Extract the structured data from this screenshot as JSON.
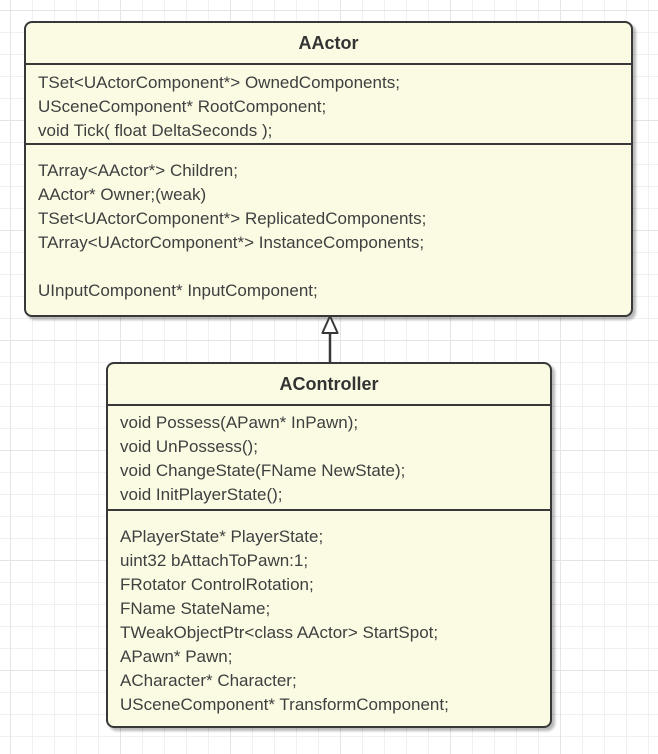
{
  "classes": [
    {
      "name": "AActor",
      "sections": [
        {
          "lines": [
            "TSet<UActorComponent*> OwnedComponents;",
            "USceneComponent* RootComponent;",
            "void Tick( float DeltaSeconds );"
          ]
        },
        {
          "lines": [
            "TArray<AActor*> Children;",
            "AActor* Owner;(weak)",
            "TSet<UActorComponent*> ReplicatedComponents;",
            "TArray<UActorComponent*> InstanceComponents;",
            "",
            "UInputComponent* InputComponent;"
          ]
        }
      ]
    },
    {
      "name": "AController",
      "sections": [
        {
          "lines": [
            "void Possess(APawn* InPawn);",
            "void UnPossess();",
            "void ChangeState(FName NewState);",
            "void InitPlayerState();"
          ]
        },
        {
          "lines": [
            "APlayerState* PlayerState;",
            "uint32 bAttachToPawn:1;",
            "FRotator ControlRotation;",
            "FName StateName;",
            "TWeakObjectPtr<class AActor> StartSpot;",
            "APawn* Pawn;",
            "ACharacter* Character;",
            "USceneComponent* TransformComponent;"
          ]
        }
      ]
    }
  ],
  "relationship": {
    "type": "inheritance",
    "from": "AController",
    "to": "AActor"
  },
  "colors": {
    "background": "#ffffff",
    "grid_line": "#f0f0f0",
    "grid_line_major": "#e4e4e4",
    "box_fill": "#fbfbe4",
    "box_border": "#383838",
    "text": "#3f3f3f"
  }
}
